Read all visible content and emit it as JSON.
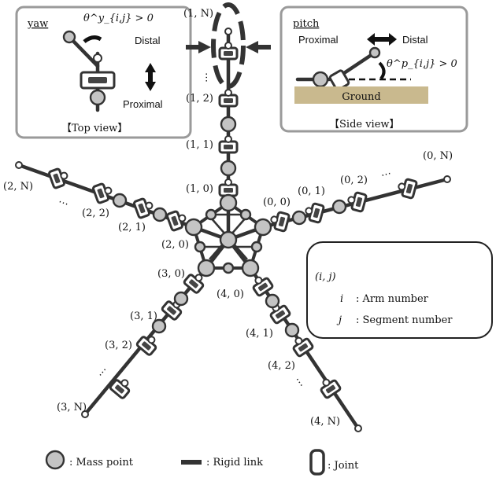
{
  "yaw_panel": {
    "title": "yaw",
    "angle_label": "θ^y_{i,j} > 0",
    "distal": "Distal",
    "proximal": "Proximal",
    "view": "【Top view】"
  },
  "pitch_panel": {
    "title": "pitch",
    "angle_label": "θ^p_{i,j} > 0",
    "distal": "Distal",
    "proximal": "Proximal",
    "ground": "Ground",
    "view": "【Side view】"
  },
  "segment_labels": [
    {
      "text": "(1, N)",
      "arm": 1
    },
    {
      "text": "(1, 2)",
      "arm": 1
    },
    {
      "text": "(1, 1)",
      "arm": 1
    },
    {
      "text": "(1, 0)",
      "arm": 1
    },
    {
      "text": "(0, 0)",
      "arm": 0
    },
    {
      "text": "(0, 1)",
      "arm": 0
    },
    {
      "text": "(0, 2)",
      "arm": 0
    },
    {
      "text": "(0, N)",
      "arm": 0
    },
    {
      "text": "(2, N)",
      "arm": 2
    },
    {
      "text": "(2, 2)",
      "arm": 2
    },
    {
      "text": "(2, 1)",
      "arm": 2
    },
    {
      "text": "(2, 0)",
      "arm": 2
    },
    {
      "text": "(3, 0)",
      "arm": 3
    },
    {
      "text": "(3, 1)",
      "arm": 3
    },
    {
      "text": "(3, 2)",
      "arm": 3
    },
    {
      "text": "(3, N)",
      "arm": 3
    },
    {
      "text": "(4, 0)",
      "arm": 4
    },
    {
      "text": "(4, 1)",
      "arm": 4
    },
    {
      "text": "(4, 2)",
      "arm": 4
    },
    {
      "text": "(4, N)",
      "arm": 4
    }
  ],
  "ellipsis": "⋯",
  "index_box": {
    "title": "(i, j)",
    "i_symbol": "i",
    "i_desc": ": Arm number",
    "j_symbol": "j",
    "j_desc": ": Segment number"
  },
  "legend": {
    "mass_point": ": Mass point",
    "rigid_link": ": Rigid link",
    "joint": ": Joint"
  },
  "colors": {
    "mass_fill": "#c4c4c4",
    "stroke": "#333333",
    "panel_border": "#9a9a9a",
    "ground": "#c9b98e"
  }
}
